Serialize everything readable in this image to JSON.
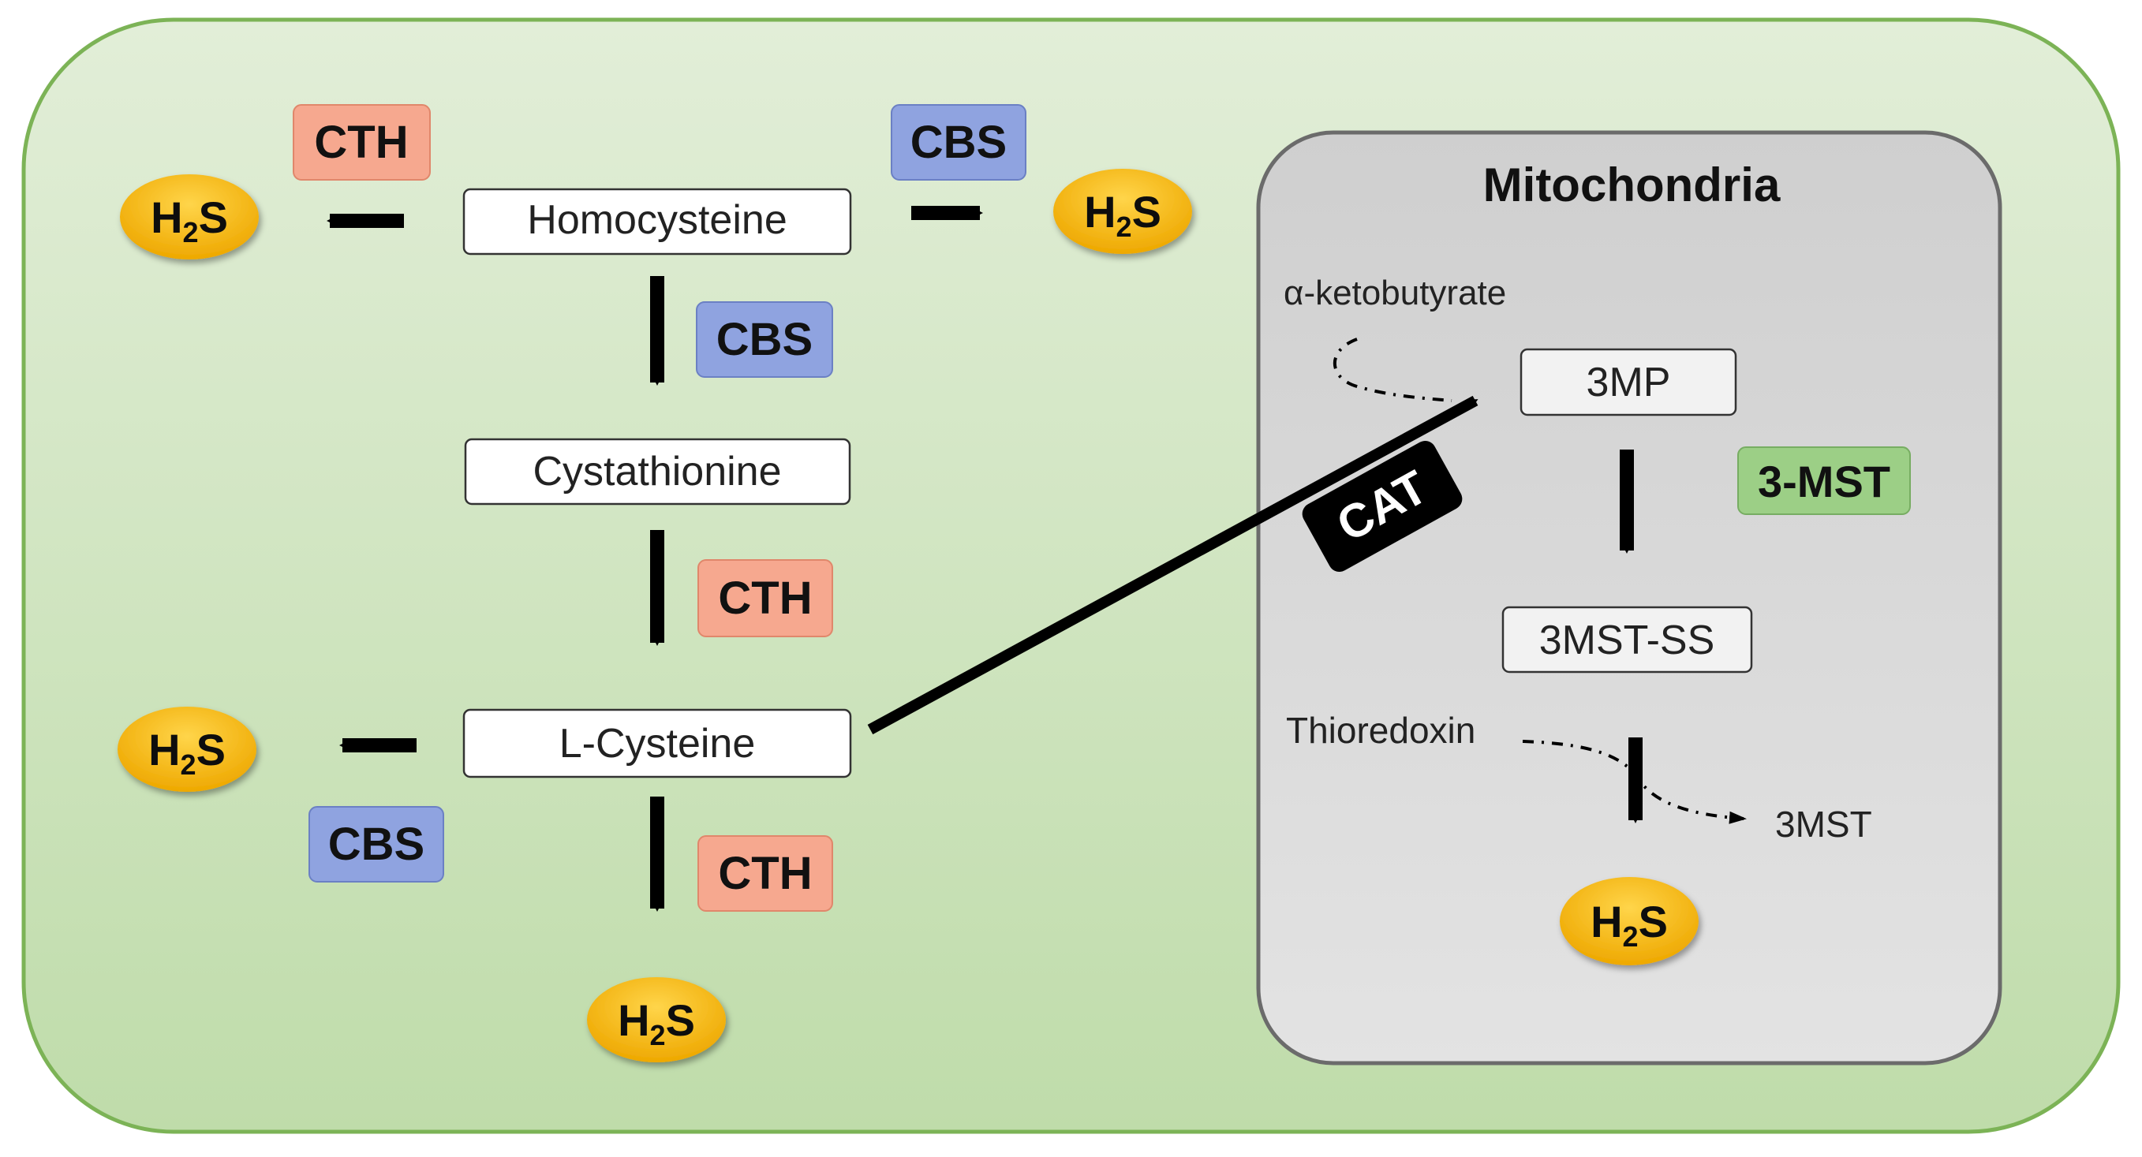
{
  "metabolites": {
    "homocysteine": "Homocysteine",
    "cystathionine": "Cystathionine",
    "l_cysteine": "L-Cysteine",
    "three_mp": "3MP",
    "three_mst_ss": "3MST-SS"
  },
  "enzymes": {
    "cth": "CTH",
    "cbs": "CBS",
    "three_mst": "3-MST",
    "cat": "CAT"
  },
  "product": {
    "base": "H",
    "sub": "2",
    "tail": "S"
  },
  "mitochondria": {
    "title": "Mitochondria",
    "alpha_ketobutyrate": "α-ketobutyrate",
    "thioredoxin": "Thioredoxin",
    "three_mst_release": "3MST"
  },
  "colors": {
    "cell_fill": "#c8e1b8",
    "cell_border": "#7cb356",
    "mito_fill": "#dcdcdc",
    "mito_border": "#6b6b6b",
    "cth_fill": "#f6a88f",
    "cbs_fill": "#8fa3e0",
    "mst_fill": "#9ccf86",
    "cat_fill": "#000000",
    "h2s_fill": "#f7b500"
  }
}
